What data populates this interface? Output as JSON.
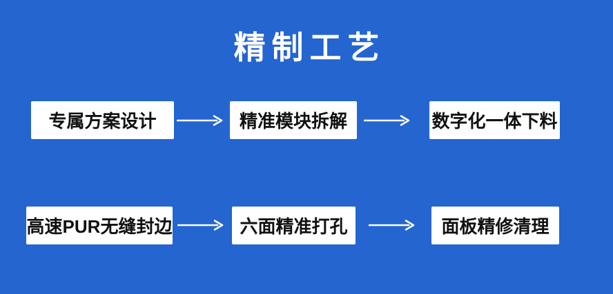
{
  "page": {
    "title": "精制工艺",
    "background_color": "#2465d0",
    "box_background_color": "#ffffff",
    "box_text_color": "#111111",
    "title_color": "#ffffff",
    "arrow_color": "#ffffff"
  },
  "flow": {
    "rows": [
      {
        "steps": [
          "专属方案设计",
          "精准模块拆解",
          "数字化一体下料"
        ]
      },
      {
        "steps": [
          "高速PUR无缝封边",
          "六面精准打孔",
          "面板精修清理"
        ]
      }
    ]
  }
}
